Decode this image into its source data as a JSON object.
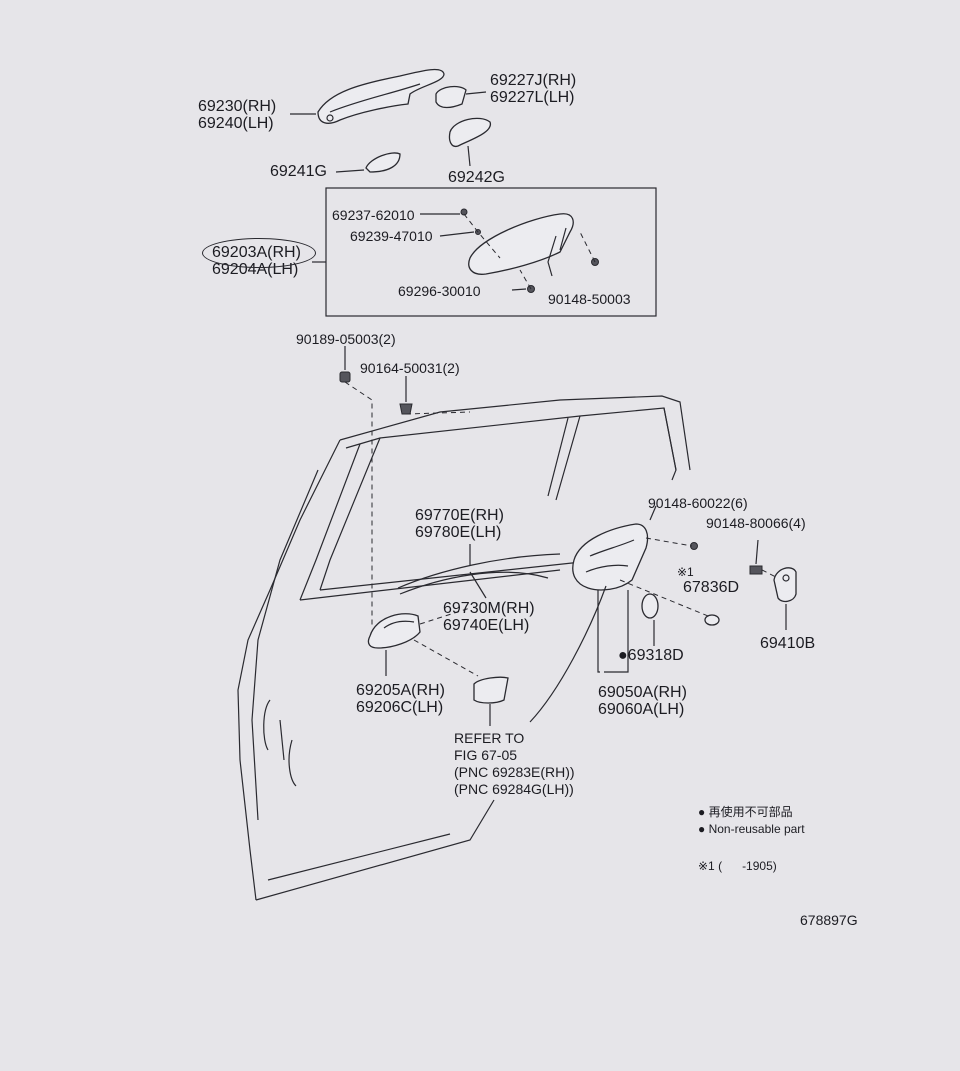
{
  "labels": {
    "pn_69230": "69230(RH)\n69240(LH)",
    "pn_69227": "69227J(RH)\n69227L(LH)",
    "pn_69241g": "69241G",
    "pn_69242g": "69242G",
    "pn_69237": "69237-62010",
    "pn_69239": "69239-47010",
    "pn_69203": "69203A(RH)\n69204A(LH)",
    "pn_69296": "69296-30010",
    "pn_90148_50003": "90148-50003",
    "pn_90189": "90189-05003(2)",
    "pn_90164": "90164-50031(2)",
    "pn_69770": "69770E(RH)\n69780E(LH)",
    "pn_90148_60022": "90148-60022(6)",
    "pn_90148_80066": "90148-80066(4)",
    "note_mark": "※1",
    "pn_67836d": "67836D",
    "pn_69730": "69730M(RH)\n69740E(LH)",
    "pn_69410b": "69410B",
    "pn_69318d": "●69318D",
    "pn_69205": "69205A(RH)\n69206C(LH)",
    "pn_69050": "69050A(RH)\n69060A(LH)",
    "refer_to": "REFER TO\nFIG 67-05\n(PNC 69283E(RH))\n(PNC 69284G(LH))"
  },
  "legend": {
    "line1": "● 再使用不可部品",
    "line2": "● Non-reusable part",
    "note": "※1 (      -1905)"
  },
  "figure_id": "678897G",
  "colors": {
    "paper": "#e6e5e9",
    "ink": "#1c1c22"
  }
}
